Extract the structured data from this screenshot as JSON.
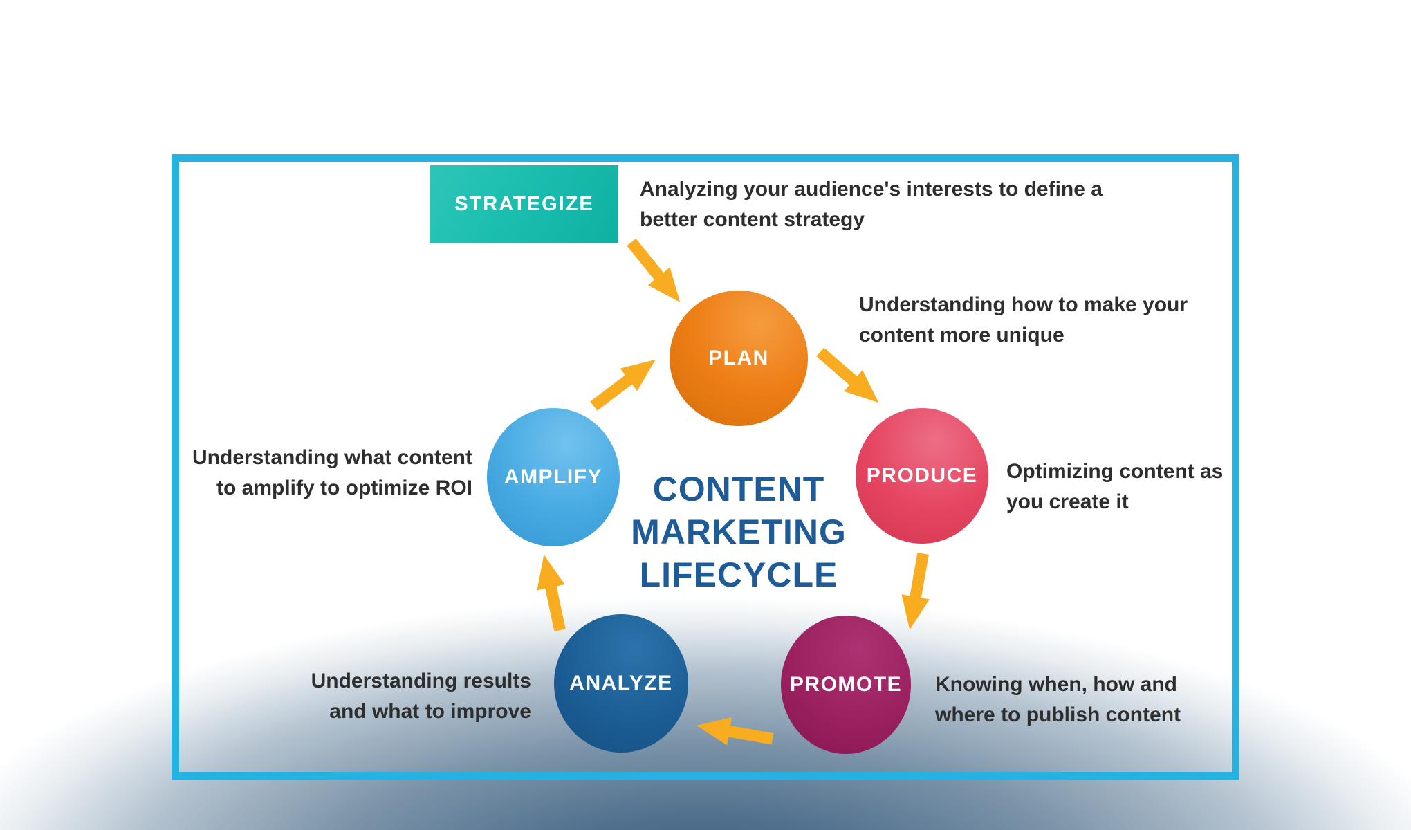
{
  "frame": {
    "border_color": "#25b2e0"
  },
  "title": {
    "line1": "CONTENT",
    "line2": "MARKETING",
    "line3": "LIFECYCLE",
    "color": "#1d5c98"
  },
  "strategize": {
    "label": "STRATEGIZE",
    "color": "#19bcae",
    "desc_line1": "Analyzing your audience's interests to define a",
    "desc_line2": "better content strategy"
  },
  "nodes": {
    "plan": {
      "label": "PLAN",
      "color": "#ed7d15",
      "desc_line1": "Understanding how to make your",
      "desc_line2": "content more unique"
    },
    "produce": {
      "label": "PRODUCE",
      "color": "#e64560",
      "desc_line1": "Optimizing content as",
      "desc_line2": "you create it"
    },
    "promote": {
      "label": "PROMOTE",
      "color": "#9c2161",
      "desc_line1": "Knowing when, how and",
      "desc_line2": "where to publish content"
    },
    "analyze": {
      "label": "ANALYZE",
      "color": "#1c5e96",
      "desc_line1": "Understanding results",
      "desc_line2": "and what to improve"
    },
    "amplify": {
      "label": "AMPLIFY",
      "color": "#47aae2",
      "desc_line1": "Understanding what content",
      "desc_line2": "to amplify to optimize ROI"
    }
  },
  "arrows": {
    "color": "#f7ad1f",
    "sequence": [
      "STRATEGIZE to PLAN",
      "PLAN to PRODUCE",
      "PRODUCE to PROMOTE",
      "PROMOTE to ANALYZE",
      "ANALYZE to AMPLIFY",
      "AMPLIFY to PLAN"
    ]
  }
}
